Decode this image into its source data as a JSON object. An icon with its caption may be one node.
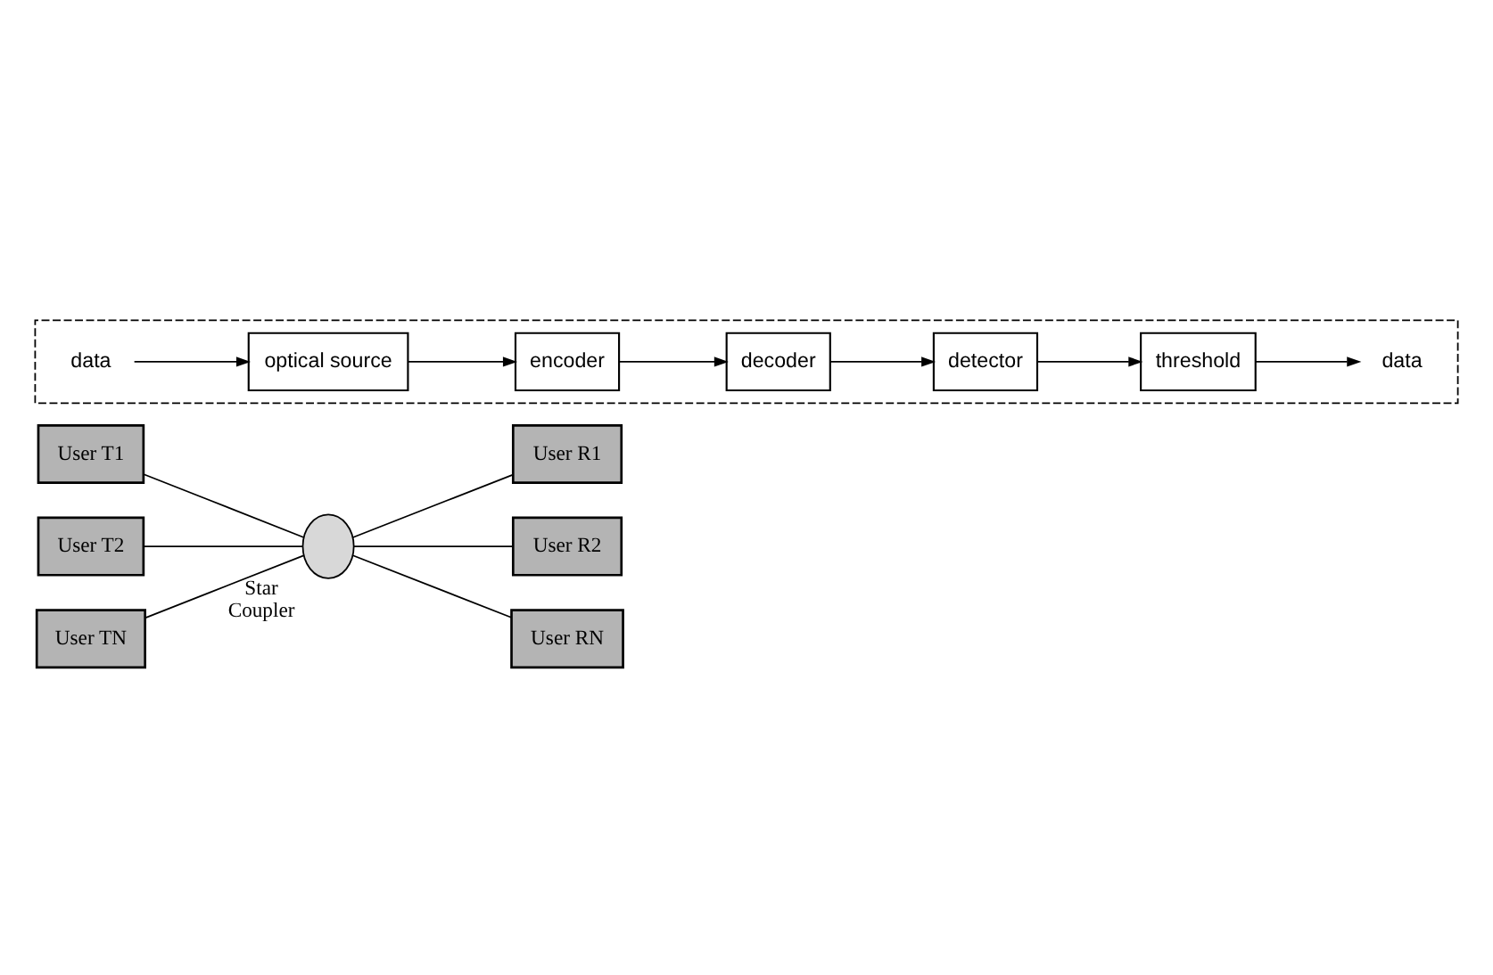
{
  "diagram": {
    "nodes": [
      {
        "text": [
          "User T1"
        ]
      },
      {
        "text": [
          "User T2"
        ]
      },
      {
        "text": [
          "User TN"
        ]
      },
      {
        "text": [],
        "shape": "circle",
        "beside": [
          "Star",
          "Coupler"
        ]
      },
      {
        "text": [
          "User R1"
        ]
      },
      {
        "text": [
          "User R2"
        ]
      },
      {
        "text": [
          "User RN"
        ]
      },
      {
        "text": [],
        "shape": "box"
      },
      {
        "text": [
          "optical source"
        ],
        "in": 7
      },
      {
        "text": [
          "encoder"
        ],
        "in": 7
      },
      {
        "text": [
          "decoder"
        ],
        "in": 7
      },
      {
        "text": [
          "detector"
        ],
        "in": 7
      },
      {
        "text": [
          "threshold"
        ],
        "in": 7
      },
      {
        "text": [
          "data"
        ],
        "in": 7
      },
      {
        "text": [
          "data"
        ],
        "in": 7
      }
    ],
    "edges": [
      {
        "from": 0,
        "to": 3,
        "arrow": "none"
      },
      {
        "from": 1,
        "to": 3,
        "arrow": "none"
      },
      {
        "from": 2,
        "to": 3,
        "arrow": "none"
      },
      {
        "from": 3,
        "to": 4,
        "arrow": "none"
      },
      {
        "from": 3,
        "to": 5,
        "arrow": "none"
      },
      {
        "from": 3,
        "to": 6,
        "arrow": "none"
      },
      {
        "from": 13,
        "to": 8,
        "arrow": "to"
      },
      {
        "from": 8,
        "to": 9,
        "arrow": "to"
      },
      {
        "from": 9,
        "to": 10,
        "arrow": "to"
      },
      {
        "from": 10,
        "to": 11,
        "arrow": "to"
      },
      {
        "from": 11,
        "to": 12,
        "arrow": "to"
      },
      {
        "from": 12,
        "to": 14,
        "arrow": "to"
      }
    ]
  }
}
